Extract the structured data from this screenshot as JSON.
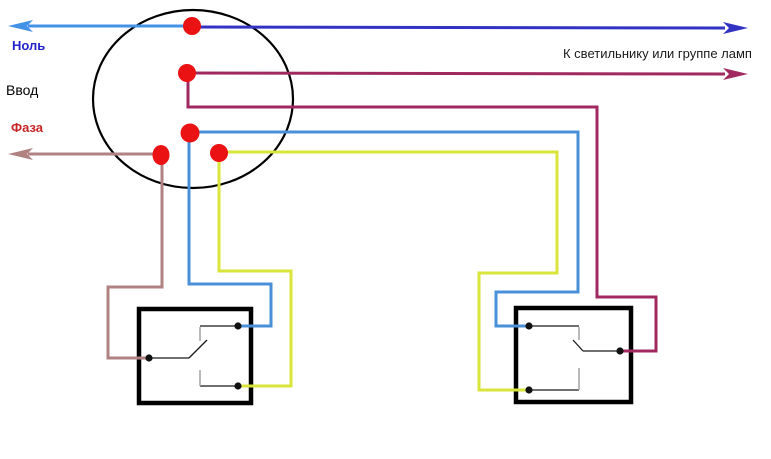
{
  "diagram": {
    "labels": {
      "neutral": "Ноль",
      "input": "Ввод",
      "phase": "Фаза",
      "to_lamp": "К светильнику или группе ламп"
    },
    "colors": {
      "neutral_supply": "#4491e8",
      "neutral_to_lamp": "#3232c3",
      "phase_supply": "#b08282",
      "phase_to_lamp": "#a02a60",
      "traveler_blue": "#4a90d9",
      "traveler_yellow": "#d9e53a",
      "junction_terminal": "#ea1212",
      "neutral_label": "#2323cb",
      "phase_label": "#c62626",
      "input_label": "#000000",
      "lamp_label": "#1a1a1a"
    }
  }
}
